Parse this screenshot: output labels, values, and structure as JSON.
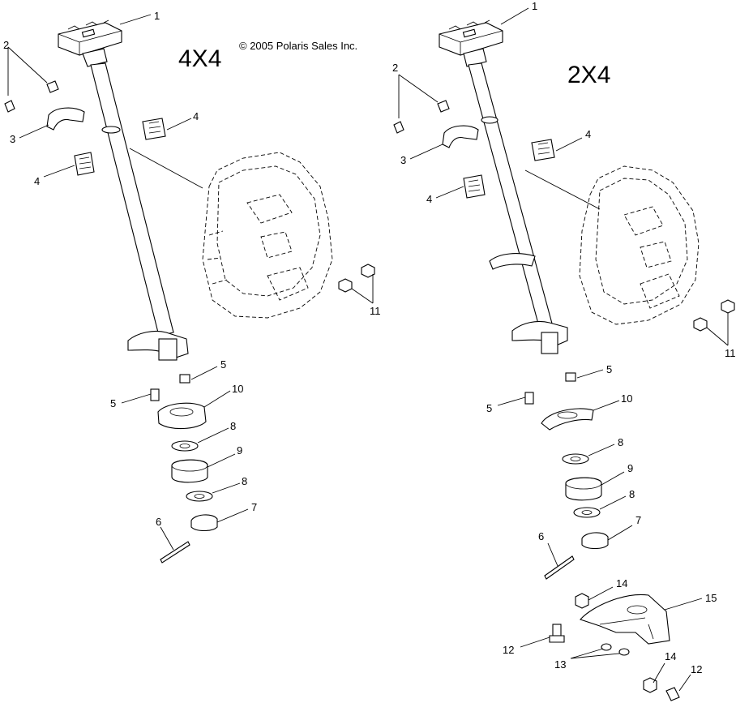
{
  "diagram": {
    "copyright": "© 2005 Polaris Sales Inc.",
    "left": {
      "title": "4X4",
      "callouts": {
        "c1": "1",
        "c2": "2",
        "c3": "3",
        "c4a": "4",
        "c4b": "4",
        "c5a": "5",
        "c5b": "5",
        "c6": "6",
        "c7": "7",
        "c8a": "8",
        "c8b": "8",
        "c9": "9",
        "c10": "10",
        "c11": "11"
      }
    },
    "right": {
      "title": "2X4",
      "callouts": {
        "c1": "1",
        "c2": "2",
        "c3": "3",
        "c4a": "4",
        "c4b": "4",
        "c5a": "5",
        "c5b": "5",
        "c6": "6",
        "c7": "7",
        "c8a": "8",
        "c8b": "8",
        "c9": "9",
        "c10": "10",
        "c11": "11",
        "c12a": "12",
        "c12b": "12",
        "c13": "13",
        "c14a": "14",
        "c14b": "14",
        "c15": "15"
      }
    }
  }
}
